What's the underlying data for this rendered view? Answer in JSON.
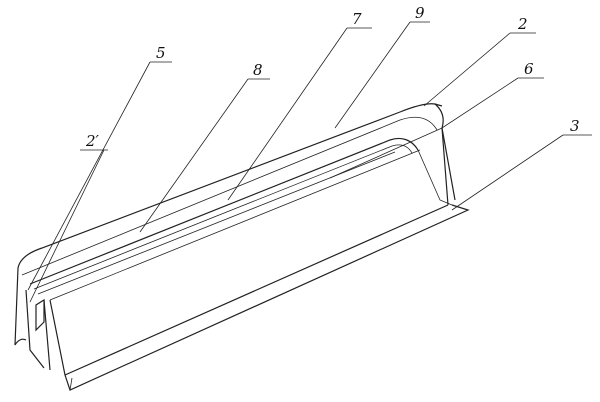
{
  "figure": {
    "labels": {
      "l5": "5",
      "l8": "8",
      "l7": "7",
      "l9": "9",
      "l2": "2",
      "l6": "6",
      "l2p": "2′",
      "l3": "3"
    }
  }
}
